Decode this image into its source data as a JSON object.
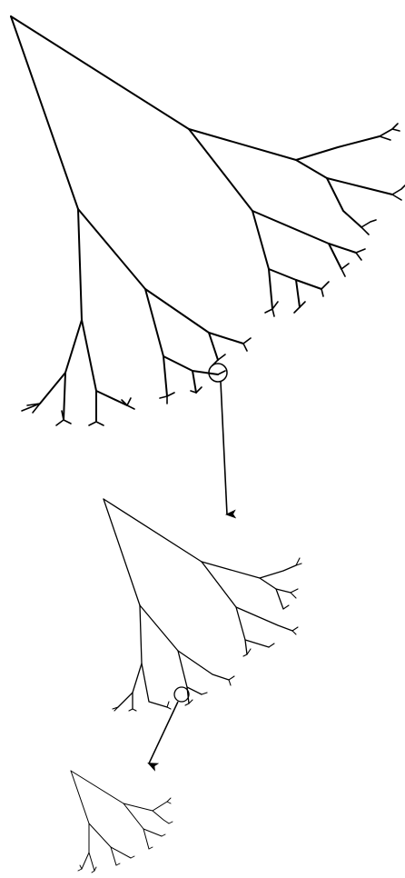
{
  "diagram": {
    "kind": "self-similar fractal tree zoom sequence",
    "stroke_color": "#000000",
    "background_color": "#ffffff",
    "magnification_levels": [
      {
        "level": "large",
        "highlighted_region": "circle-marker"
      },
      {
        "level": "medium",
        "highlighted_region": "circle-marker"
      },
      {
        "level": "small",
        "highlighted_region": "none"
      }
    ],
    "zoom_arrows": [
      {
        "from": "large",
        "to": "medium",
        "icon": "arrow-down-icon"
      },
      {
        "from": "medium",
        "to": "small",
        "icon": "arrow-down-left-icon"
      }
    ],
    "branching_depth": 6
  }
}
